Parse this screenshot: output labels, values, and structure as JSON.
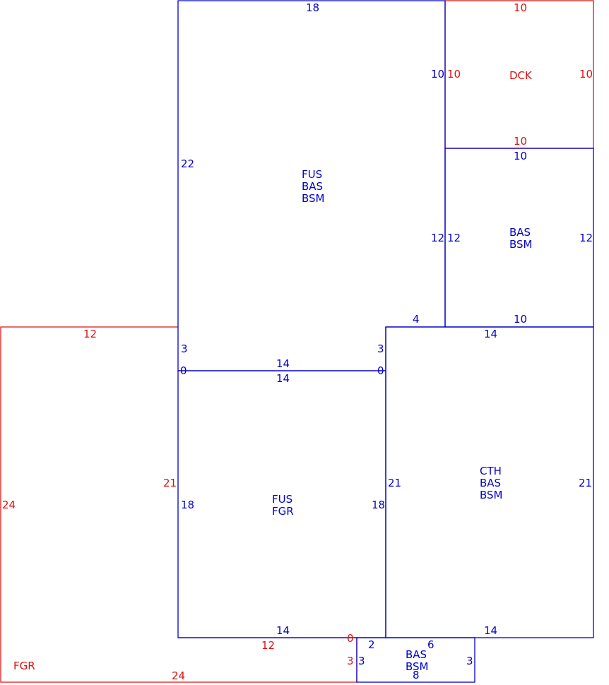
{
  "colors": {
    "blue": "#0000cc",
    "red": "#dd1111"
  },
  "fus_bas_bsm": {
    "codes": [
      "FUS",
      "BAS",
      "BSM"
    ],
    "dims": [
      "18",
      "10",
      "22",
      "12",
      "4",
      "3",
      "3",
      "0",
      "0",
      "14"
    ]
  },
  "dck": {
    "code": "DCK",
    "dims": [
      "10",
      "10",
      "10",
      "10"
    ]
  },
  "bas_bsm_right": {
    "codes": [
      "BAS",
      "BSM"
    ],
    "dims": [
      "10",
      "12",
      "12",
      "10"
    ]
  },
  "fus_fgr": {
    "codes": [
      "FUS",
      "FGR"
    ],
    "dims": [
      "14",
      "18",
      "18",
      "14"
    ]
  },
  "cth_bas_bsm": {
    "codes": [
      "CTH",
      "BAS",
      "BSM"
    ],
    "dims": [
      "14",
      "21",
      "21",
      "14"
    ]
  },
  "fgr": {
    "code": "FGR",
    "dims": [
      "12",
      "21",
      "24",
      "12",
      "0",
      "3",
      "24"
    ]
  },
  "bas_bsm_small": {
    "codes": [
      "BAS",
      "BSM"
    ],
    "dims": [
      "2",
      "6",
      "3",
      "3",
      "8"
    ]
  }
}
